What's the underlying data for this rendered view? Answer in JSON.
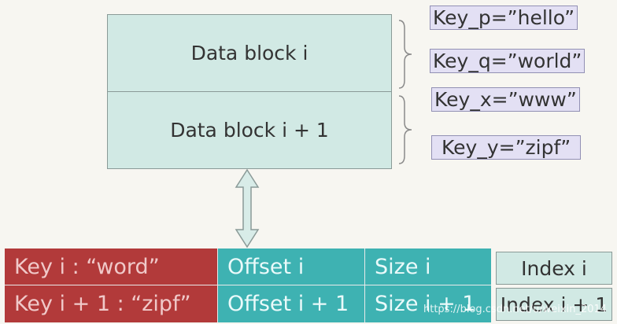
{
  "data_blocks": [
    {
      "label": "Data block i"
    },
    {
      "label": "Data block i + 1"
    }
  ],
  "keys": [
    {
      "label": "Key_p=”hello”"
    },
    {
      "label": "Key_q=”world”"
    },
    {
      "label": "Key_x=”www”"
    },
    {
      "label": "Key_y=”zipf”"
    }
  ],
  "index_table": {
    "rows": [
      {
        "key": "Key i : “word”",
        "offset": "Offset i",
        "size": "Size i"
      },
      {
        "key": "Key i + 1 : “zipf”",
        "offset": "Offset i +  1",
        "size": "Size i + 1"
      }
    ]
  },
  "index_blocks": [
    {
      "label": "Index i"
    },
    {
      "label": "Index i + 1"
    }
  ],
  "watermark": "https://blog.csdn.net/u/weixin_2014",
  "colors": {
    "block_fill": "#d1e9e4",
    "key_fill": "#e3e0f4",
    "key_cell": "#b23a3a",
    "offset_cell": "#3eb2b2"
  }
}
